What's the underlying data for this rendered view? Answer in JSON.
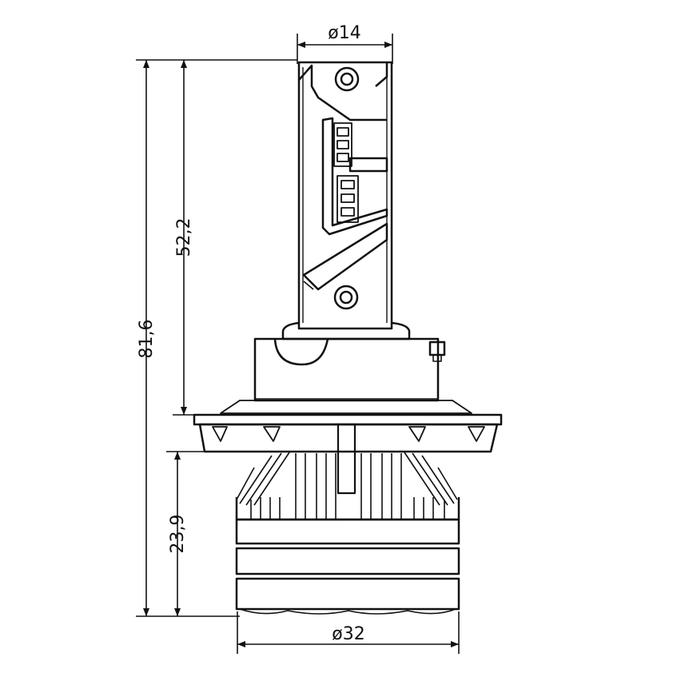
{
  "colors": {
    "line": "#111111",
    "background": "#ffffff"
  },
  "dimensions": {
    "top_diameter": "ø14",
    "upper_height": "52,2",
    "total_height": "81,6",
    "lower_height": "23,9",
    "bottom_diameter": "ø32"
  }
}
